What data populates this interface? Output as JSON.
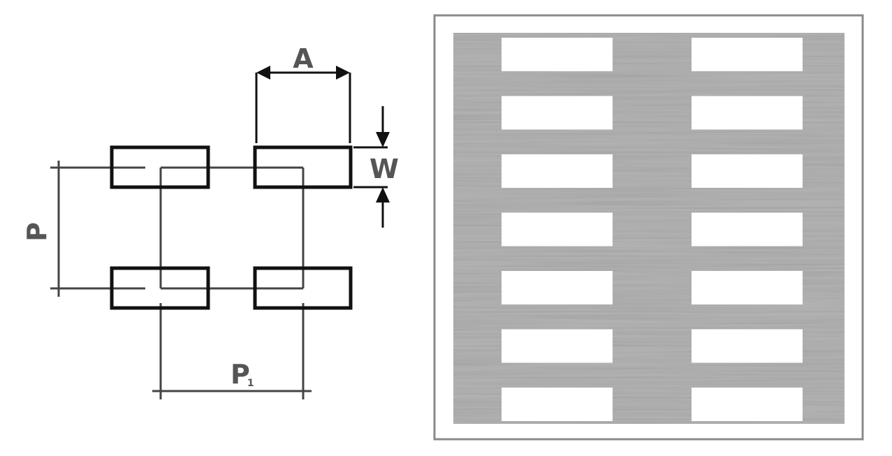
{
  "dimensions": {
    "length_label": "A",
    "width_label": "W",
    "pitch_label": "P",
    "pitch_sub_label_main": "P",
    "pitch_sub_label_sub": "1"
  },
  "colors": {
    "slot_outline": "#111111",
    "dimension_line": "#444444",
    "label": "#555555",
    "panel_frame": "#8a8a8a",
    "sheet_metal": "#b4b4b4",
    "hole": "#ffffff"
  },
  "sample_panel": {
    "columns": 2,
    "rows": 7
  }
}
